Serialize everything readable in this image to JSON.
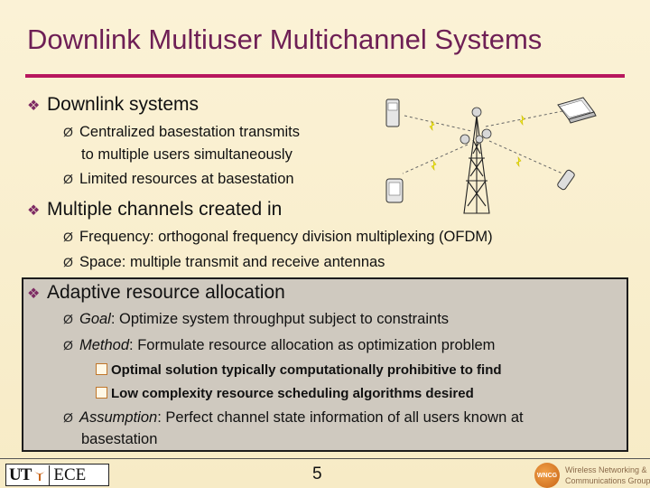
{
  "title": "Downlink Multiuser Multichannel Systems",
  "sections": {
    "downlink": {
      "heading": "Downlink systems",
      "sub1_line1": "Centralized basestation transmits",
      "sub1_line2": "to multiple users simultaneously",
      "sub2": "Limited resources at basestation"
    },
    "channels": {
      "heading": "Multiple channels created in",
      "sub1": "Frequency: orthogonal frequency division multiplexing (OFDM)",
      "sub2": "Space: multiple transmit and receive antennas"
    },
    "adaptive": {
      "heading": "Adaptive resource allocation",
      "goal_label": "Goal",
      "goal_text": ": Optimize system throughput subject to constraints",
      "method_label": "Method",
      "method_text": ": Formulate resource allocation as optimization problem",
      "bullet1": "Optimal solution typically computationally prohibitive to find",
      "bullet2": "Low complexity resource scheduling algorithms desired",
      "assumption_label": "Assumption",
      "assumption_text_line1": ": Perfect channel state information of all users known at",
      "assumption_text_line2": "basestation"
    }
  },
  "footer": {
    "logo_left": "UT",
    "logo_right": "ECE",
    "page_number": "5",
    "logo_right_badge": "WNCG",
    "logo_right_line1": "Wireless Networking &",
    "logo_right_line2": "Communications Group"
  },
  "colors": {
    "title": "#6e1f55",
    "rule": "#b8175e",
    "background": "#f7ebc6",
    "box": "#cfc9bf"
  },
  "icons": {
    "diamond_bullet": "❖",
    "arrow_bullet": "Ø"
  }
}
